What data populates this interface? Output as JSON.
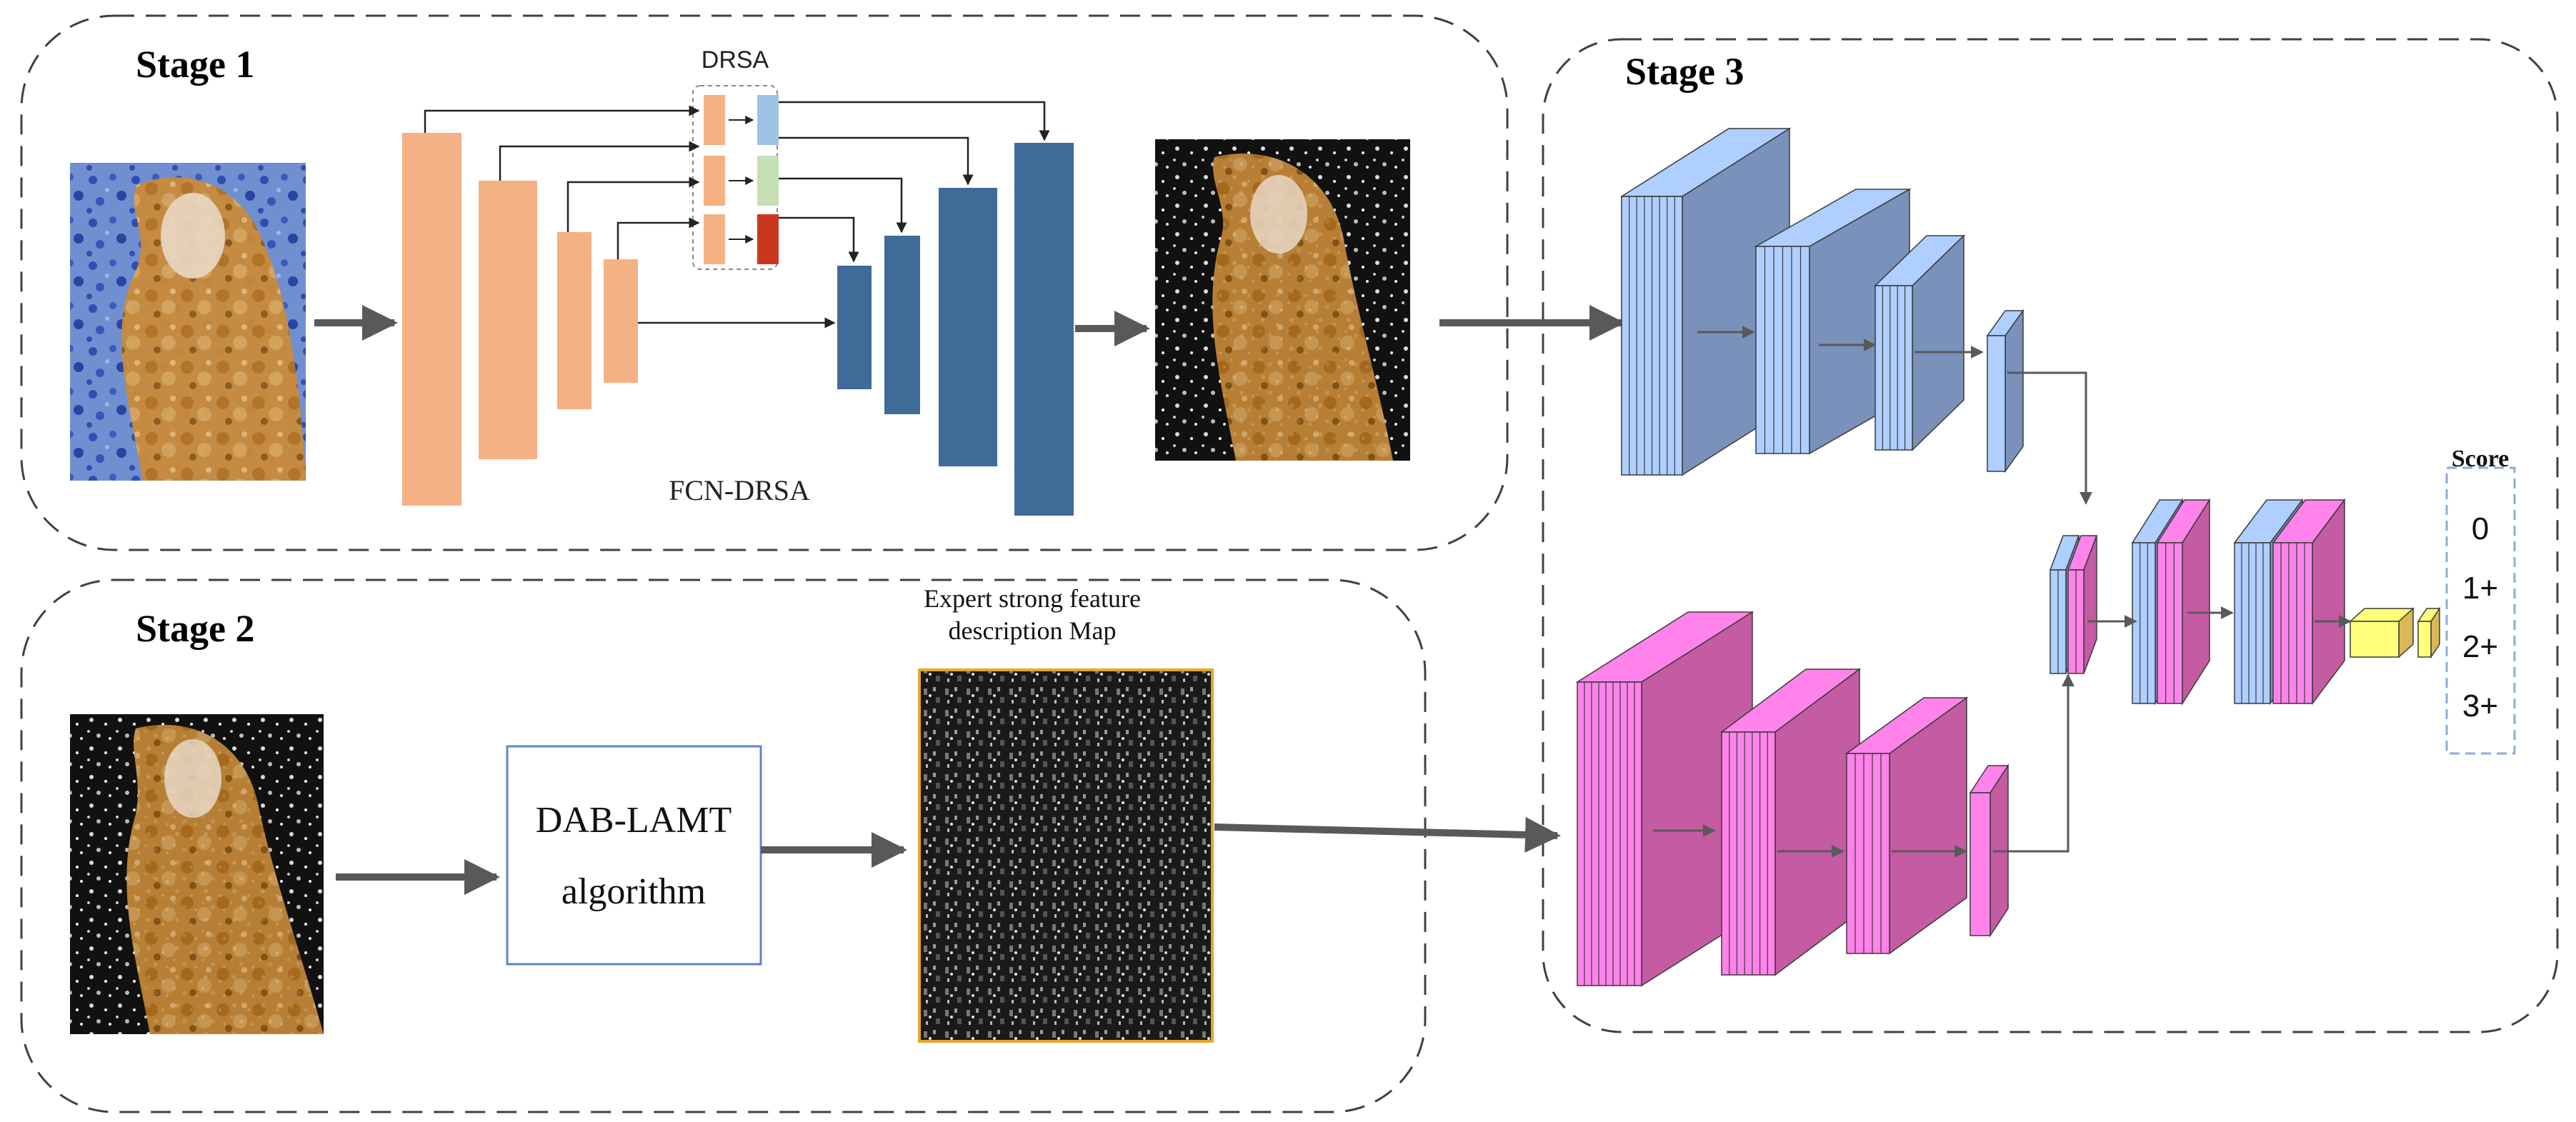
{
  "stages": {
    "stage1": {
      "title": "Stage 1",
      "drsa_label": "DRSA",
      "network_label": "FCN-DRSA"
    },
    "stage2": {
      "title": "Stage 2",
      "algorithm_line1": "DAB-LAMT",
      "algorithm_line2": "algorithm",
      "map_caption_line1": "Expert strong feature",
      "map_caption_line2": "description Map"
    },
    "stage3": {
      "title": "Stage 3",
      "score_title": "Score",
      "scores": [
        "0",
        "1+",
        "2+",
        "3+"
      ]
    }
  },
  "colors": {
    "encoder": "#f4b183",
    "decoder": "#3f6b98",
    "attn_blue": "#9dc3e6",
    "attn_green": "#c5e0b4",
    "attn_red": "#c9381c",
    "cnn_blue": "#8faadc",
    "cnn_pink": "#e86bc0",
    "fc_yellow": "#ffd966",
    "arrow": "#595959",
    "border_dash": "#404040",
    "score_border": "#8faadc",
    "alg_border": "#5b87c9",
    "map_border": "#e6a52a"
  },
  "icons": {
    "input_image": "ihc-tissue-image",
    "segmented_image": "segmented-tissue-image",
    "feature_map": "feature-description-map"
  }
}
